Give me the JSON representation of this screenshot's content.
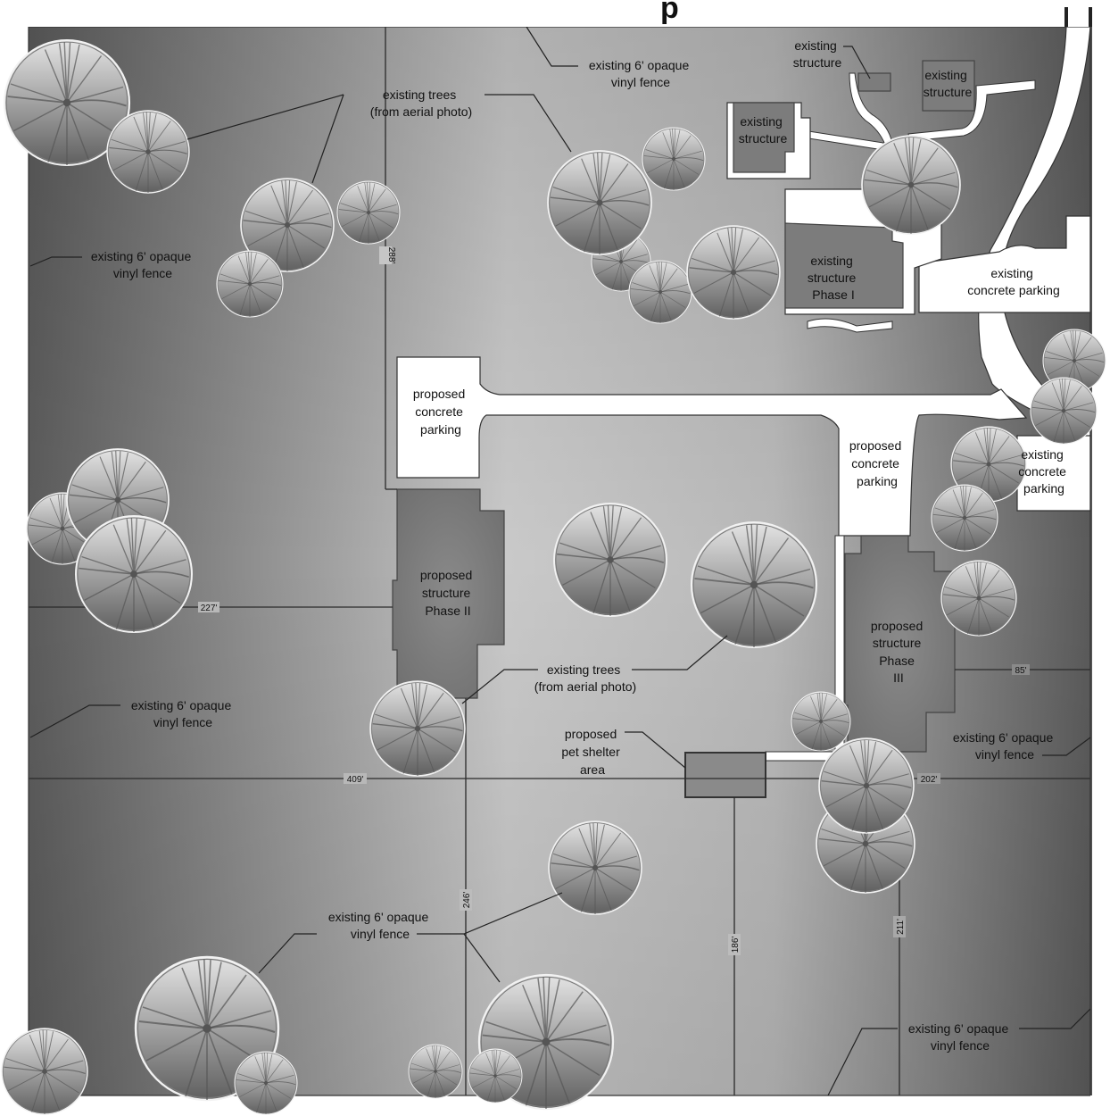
{
  "site_plan": {
    "header_fragment": "p",
    "labels": {
      "fence_top": [
        "existing 6' opaque",
        "vinyl fence"
      ],
      "fence_left_upper": [
        "existing 6' opaque",
        "vinyl fence"
      ],
      "fence_left_lower": [
        "existing 6' opaque",
        "vinyl fence"
      ],
      "fence_bottom_center": [
        "existing 6' opaque",
        "vinyl fence"
      ],
      "fence_right_mid": [
        "existing 6' opaque",
        "vinyl fence"
      ],
      "fence_right_bottom": [
        "existing 6' opaque",
        "vinyl fence"
      ],
      "trees_top": [
        "existing trees",
        "(from aerial photo)"
      ],
      "trees_center": [
        "existing trees",
        "(from aerial photo)"
      ],
      "structure_small_a": [
        "existing",
        "structure"
      ],
      "structure_small_b": [
        "existing",
        "structure"
      ],
      "structure_small_c": [
        "existing",
        "structure"
      ],
      "phase_1": [
        "existing",
        "structure",
        "Phase I"
      ],
      "parking_existing_top": [
        "existing",
        "concrete parking"
      ],
      "parking_existing_right": [
        "existing",
        "concrete",
        "parking"
      ],
      "parking_proposed_left": [
        "proposed",
        "concrete",
        "parking"
      ],
      "parking_proposed_right": [
        "proposed",
        "concrete",
        "parking"
      ],
      "phase_2": [
        "proposed",
        "structure",
        "Phase II"
      ],
      "phase_3": [
        "proposed",
        "structure",
        "Phase",
        "III"
      ],
      "pet_shelter": [
        "proposed",
        "pet shelter",
        "area"
      ]
    },
    "dimensions": {
      "d288": "288'",
      "d227": "227'",
      "d409": "409'",
      "d246": "246'",
      "d186": "186'",
      "d211": "211'",
      "d202": "202'",
      "d85": "85'"
    },
    "colors": {
      "ground_dark": "#5e5e5e",
      "ground_light": "#cfcfcf",
      "structure": "#7a7a7a",
      "pavement": "#ffffff",
      "tree_light": "#dcdcdc",
      "tree_dark": "#6a6a6a"
    }
  }
}
